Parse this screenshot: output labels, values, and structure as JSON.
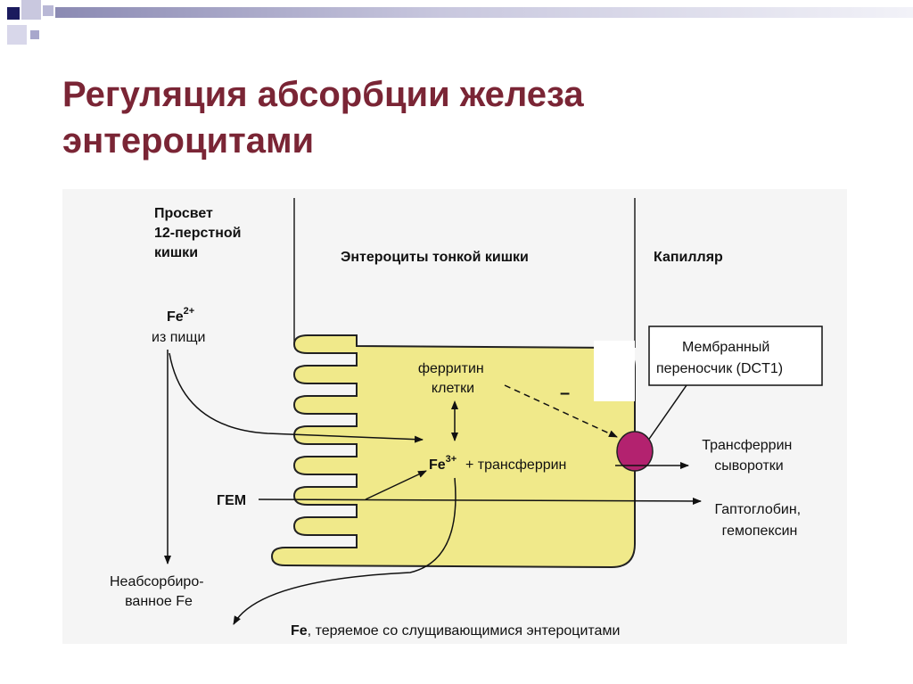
{
  "slide": {
    "title_lines": [
      "Регуляция абсорбции железа",
      "энтероцитами"
    ]
  },
  "colors": {
    "title": "#7a2535",
    "cell": "#f0e98a",
    "transporter": "#b3226f",
    "deco_bar": "#8b8ab3"
  },
  "diagram": {
    "lumen_label": [
      "Просвет",
      "12-перстной",
      "кишки"
    ],
    "enterocytes_label": "Энтероциты тонкой кишки",
    "capillary_label": "Капилляр",
    "fe_symbol": "Fe",
    "fe_charge": "2+",
    "fe_source": "из пищи",
    "ferritin_label": [
      "ферритин",
      "клетки"
    ],
    "minus_sign": "–",
    "transporter_label": [
      "Мембранный",
      "переносчик (DCT1)"
    ],
    "fe3_symbol": "Fe",
    "fe3_charge": "3+",
    "fe3_plus_transferrin": "+ трансферрин",
    "serum_transferrin": [
      "Трансферрин",
      "сыворотки"
    ],
    "heme_label": "ГЕМ",
    "haptoglobin_label": [
      "Гаптоглобин,",
      "гемопексин"
    ],
    "unabsorbed_label": [
      "Неабсорбиро-",
      "ванное Fe"
    ],
    "lost_fe_label": "Fe, теряемое со слущивающимися энтероцитами"
  }
}
